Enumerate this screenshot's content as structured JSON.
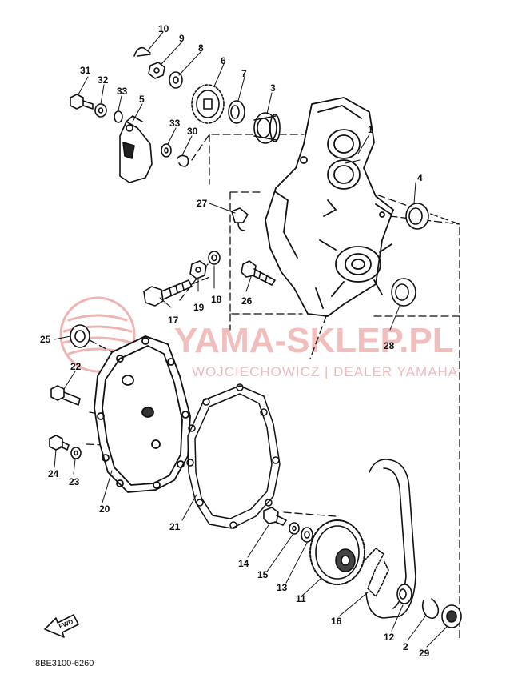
{
  "watermark": {
    "brand": "YAMA-SKLEP.PL",
    "subtitle": "WOJCIECHOWICZ | DEALER YAMAHA",
    "color": "#e8a0a0"
  },
  "fwd_label": "FWD",
  "diagram_code": "8BE3100-6260",
  "parts": {
    "p1": "1",
    "p2": "2",
    "p3": "3",
    "p4": "4",
    "p5": "5",
    "p6": "6",
    "p7": "7",
    "p8": "8",
    "p9": "9",
    "p10": "10",
    "p11": "11",
    "p12": "12",
    "p13": "13",
    "p14": "14",
    "p15": "15",
    "p16": "16",
    "p17": "17",
    "p18": "18",
    "p19": "19",
    "p20": "20",
    "p21": "21",
    "p22": "22",
    "p23": "23",
    "p24": "24",
    "p25": "25",
    "p26": "26",
    "p27": "27",
    "p28": "28",
    "p29": "29",
    "p30": "30",
    "p31": "31",
    "p32": "32",
    "p33a": "33",
    "p33b": "33"
  }
}
